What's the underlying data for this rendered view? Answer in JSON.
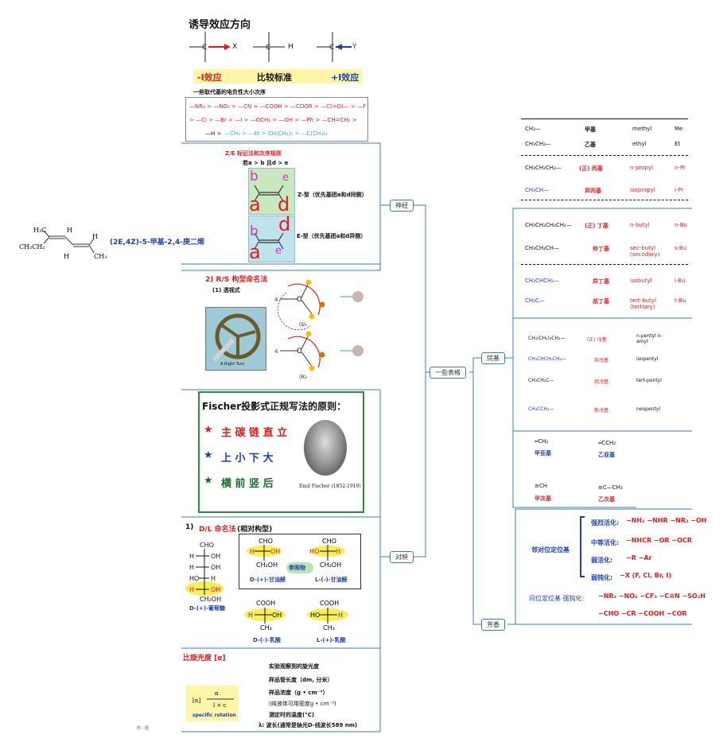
{
  "nodes": {
    "center": "一些表格",
    "naming": "神经",
    "alkyl": "烷基",
    "chiral": "对映",
    "reactivity": "芳香"
  },
  "induction": {
    "title": "诱导效应方向",
    "sub_x": "X",
    "sub_h": "H",
    "sub_y": "Y",
    "minus_label": "-I效应",
    "standard_label": "比较标准",
    "plus_label": "+I效应",
    "order_title": "一些取代基的电负性大小次序",
    "order_line1": "—NR₃ > —NO₂ > —CN > —COOH > —COOR > —C(=O)— > —F",
    "order_line2": "> —Cl > —Br > —I > —OCH₃ > —OH > —Ph > —CH=CH₂ >",
    "order_line3a": "—H >",
    "order_line3b": "—CH₃ > —Et > CH(CH₃)₂ > —C(CH₃)₃"
  },
  "ez": {
    "title": "Z/E 标记法和次序规则",
    "condition": "若a > b 且d > e",
    "z_label": "Z-型（优先基团a和d同侧）",
    "e_label": "E-型（优先基团a和d异侧）",
    "letters": [
      "b",
      "e",
      "a",
      "d"
    ],
    "example_name": "(2E,4Z)-5-甲基-2,4-庚二烯"
  },
  "rs": {
    "title": "2) R/S 构型命名法",
    "sub": "(1) 透视式",
    "s_label": "(S)-",
    "r_label": "(R)-",
    "wheel_caption": "A Right Turn"
  },
  "fischer": {
    "title": "Fischer投影式正规写法的原则：",
    "rule1": "主 碳 链 直 立",
    "rule2": "上 小 下 大",
    "rule3": "横 前 竖 后",
    "portrait_caption": "Emil Fischer (1852-1919)"
  },
  "dl": {
    "title_num": "1)",
    "title": "D/L 命名法",
    "title_sub": "(相对构型)",
    "glucose_label": "D-(+)-葡萄糖",
    "ref_label": "参照物",
    "d_glyceraldehyde": "D-(+)-甘油醛",
    "l_glyceraldehyde": "L-(-)-甘油醛",
    "d_lactic": "D-(-)-乳酸",
    "l_lactic": "L-(+)-乳酸"
  },
  "rotation": {
    "title": "比旋光度 [α]",
    "lines": [
      "实验观察到的旋光度",
      "样品管长度（dm, 分米）",
      "样品浓度（g • cm⁻³）",
      "(纯液体可用密度g • cm⁻³)",
      "测定时的温度(°C)",
      "λ: 波长(通常是钠光D-线波长589 nm)"
    ],
    "specific": "specific rotation"
  },
  "alkyl_table": {
    "head_rows": [
      {
        "formula": "CH₃—",
        "cn": "甲基",
        "en": "methyl",
        "abbr": "Me"
      },
      {
        "formula": "CH₃CH₂—",
        "cn": "乙基",
        "en": "ethyl",
        "abbr": "Et"
      }
    ],
    "propyl_rows": [
      {
        "formula": "CH₃CH₂CH₂—",
        "cn": "(正) 丙基",
        "en": "n-propyl",
        "abbr": "n-Pr"
      },
      {
        "formula": "CH₃CH—",
        "cn": "异丙基",
        "en": "isopropyl",
        "abbr": "i-Pr"
      }
    ],
    "butyl_rows": [
      {
        "formula": "CH₃CH₂CH₂CH₂—",
        "cn": "(正) 丁基",
        "en": "n-butyl",
        "abbr": "n-Bu"
      },
      {
        "formula": "CH₃CH₂CH—",
        "cn": "仲丁基",
        "en": "sec-butyl (secodary)",
        "abbr": "s-Bu"
      },
      {
        "formula": "CH₃CHCH₂—",
        "cn": "异丁基",
        "en": "isobutyl",
        "abbr": "i-Bu"
      },
      {
        "formula": "CH₃C—",
        "cn": "叔丁基",
        "en": "tert-butyl (tertiary)",
        "abbr": "t-Bu"
      }
    ],
    "pentyl_rows": [
      {
        "formula": "CH₃(CH₂)₃CH₂—",
        "cn": "(正) 戊基",
        "en": "n-pentyl n-amyl"
      },
      {
        "formula": "CH₃CHCH₂CH₂—",
        "cn": "异戊基",
        "en": "isopentyl"
      },
      {
        "formula": "CH₃CH₂C—",
        "cn": "叔戊基",
        "en": "tert-pentyl"
      },
      {
        "formula": "CH₃CCH₂—",
        "cn": "新戊基",
        "en": "neopentyl"
      }
    ],
    "ylidene": [
      {
        "formula": "═CH₂",
        "cn": "甲亚基"
      },
      {
        "formula": "═CCH₂",
        "cn": "乙亚基"
      },
      {
        "formula": "≡CH",
        "cn": "甲次基"
      },
      {
        "formula": "≡C—CH₃",
        "cn": "乙次基"
      }
    ]
  },
  "directing": {
    "ortho_para": "邻对位定位基",
    "strong_act": "强烈活化:",
    "strong_groups": "−NH₂  −NHR  −NR₂  −OH",
    "mid_act": "中等活化:",
    "mid_groups": "−NHCR  −OR  −OCR",
    "weak_act": "弱活化:",
    "weak_groups": "−R   −Ar",
    "weak_deact": "弱钝化:",
    "weak_deact_groups": "−X (F, Cl, Br, I)",
    "meta": "间位定位基 强钝化:",
    "meta_groups1": "−NR₃  −NO₂  −CF₃  −C≡N  −SO₃H",
    "meta_groups2": "−CHO  −CR   −COOH  −COR"
  },
  "footer": "附 - 图"
}
